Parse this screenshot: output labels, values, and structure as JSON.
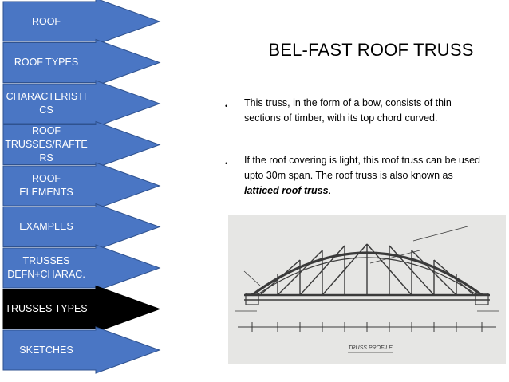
{
  "nav": {
    "items": [
      {
        "id": "roof",
        "label": "ROOF",
        "active": false
      },
      {
        "id": "roof-types",
        "label": "ROOF TYPES",
        "active": false
      },
      {
        "id": "characteristics",
        "label": "CHARACTERISTI\nCS",
        "active": false
      },
      {
        "id": "roof-trusses-rafters",
        "label": "ROOF\nTRUSSES/RAFTE\nRS",
        "active": false
      },
      {
        "id": "roof-elements",
        "label": "ROOF\nELEMENTS",
        "active": false
      },
      {
        "id": "examples",
        "label": "EXAMPLES",
        "active": false
      },
      {
        "id": "trusses-defn",
        "label": "TRUSSES\nDEFN+CHARAC.",
        "active": false
      },
      {
        "id": "trusses-types",
        "label": "TRUSSES TYPES",
        "active": true
      },
      {
        "id": "sketches",
        "label": "SKETCHES",
        "active": false
      }
    ]
  },
  "slide": {
    "title": "BEL-FAST ROOF TRUSS",
    "bullets": [
      {
        "text": "This truss, in the form of a bow, consists of thin sections of timber, with its top chord curved.",
        "emphasis": ""
      },
      {
        "text": " If the roof covering is light, this roof truss can be used upto 30m span. The roof truss is also known as ",
        "emphasis": "latticed roof truss",
        "suffix": "."
      }
    ],
    "bullet_glyph": "•"
  },
  "figure": {
    "caption": "TRUSS PROFILE"
  },
  "colors": {
    "nav_fill": "#4a76c4",
    "nav_stroke": "#2f528f",
    "nav_active": "#000000",
    "figure_bg": "#e6e6e4",
    "figure_ink": "#3a3a3a"
  }
}
